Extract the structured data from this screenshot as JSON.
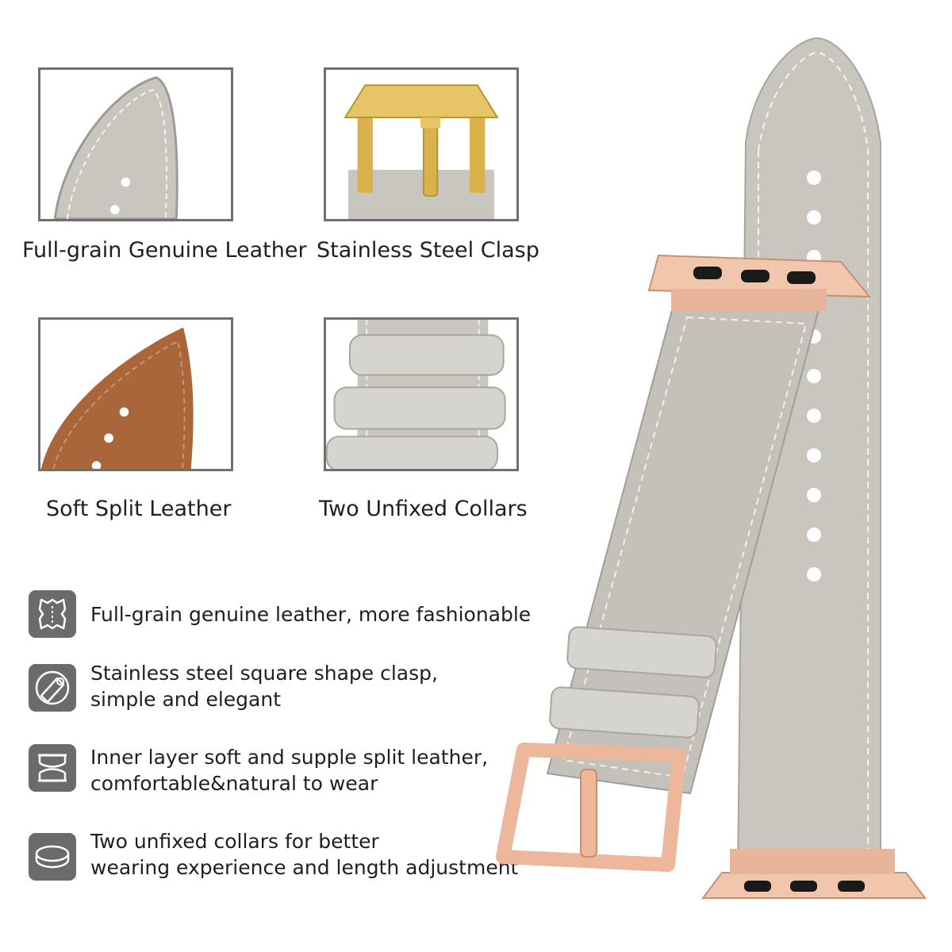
{
  "tiles": [
    {
      "caption": "Full-grain Genuine Leather"
    },
    {
      "caption": "Stainless Steel Clasp"
    },
    {
      "caption": "Soft Split Leather"
    },
    {
      "caption": "Two Unfixed Collars"
    }
  ],
  "features": [
    {
      "icon": "leather-hide-icon",
      "lines": [
        "Full-grain genuine leather, more fashionable"
      ]
    },
    {
      "icon": "clasp-pin-icon",
      "lines": [
        "Stainless steel square shape clasp,",
        "simple and elegant"
      ]
    },
    {
      "icon": "layered-leather-icon",
      "lines": [
        "Inner layer soft and supple split leather,",
        "comfortable&natural to wear"
      ]
    },
    {
      "icon": "loop-collar-icon",
      "lines": [
        "Two unfixed collars for better",
        "wearing experience and length adjustment"
      ]
    }
  ],
  "colors": {
    "leather_grey": "#c9c6c0",
    "split_leather_brown": "#a8663a",
    "gold_clasp": "#d9b24c",
    "rose_gold": "#e8b59b",
    "icon_bg": "#6b6b6b"
  }
}
